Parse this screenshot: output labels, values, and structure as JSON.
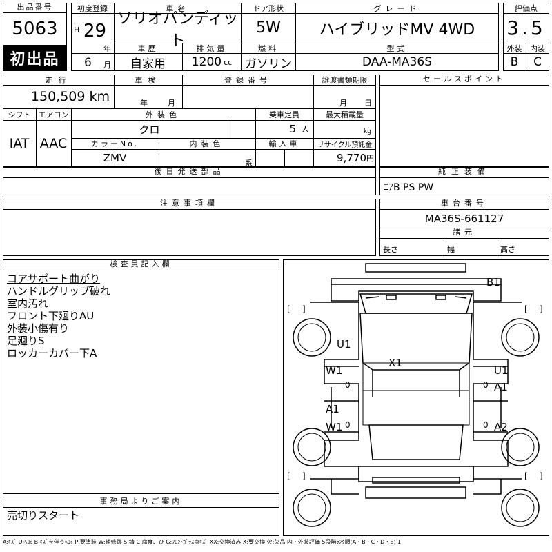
{
  "header": {
    "lot_label": "出品番号",
    "lot_no": "5063",
    "first_listing": "初出品",
    "reg_label": "初度登録",
    "era": "H",
    "reg_year": "29",
    "year_unit": "年",
    "reg_month": "6",
    "month_unit": "月",
    "car_name_label": "車名",
    "car_name": "ソリオバンディット",
    "door_label": "ドア形状",
    "door": "5W",
    "grade_label": "グレード",
    "grade": "ハイブリッドMV 4WD",
    "score_label": "評価点",
    "score": "3.5",
    "history_label": "車歴",
    "history": "自家用",
    "displacement_label": "排気量",
    "displacement": "1200",
    "displacement_unit": "cc",
    "fuel_label": "燃料",
    "fuel": "ガソリン",
    "model_label": "型式",
    "model": "DAA-MA36S",
    "exterior_grade_label": "外装",
    "exterior_grade": "B",
    "interior_grade_label": "内装",
    "interior_grade": "C"
  },
  "row2": {
    "mileage_label": "走行",
    "mileage": "150,509",
    "mileage_unit": "km",
    "inspection_label": "車検",
    "insp_year_unit": "年",
    "insp_month_unit": "月",
    "plate_label": "登録番号",
    "transfer_label": "譲渡書類期限",
    "transfer_month_unit": "月",
    "transfer_day_unit": "日",
    "shift_label": "シフト",
    "shift": "IAT",
    "ac_label": "エアコン",
    "ac": "AAC",
    "ext_color_label": "外装色",
    "ext_color": "クロ",
    "seats_label": "乗車定員",
    "seats": "5",
    "seats_unit": "人",
    "load_label": "最大積載量",
    "load_unit": "kg",
    "color_no_label": "カラーNo.",
    "color_no": "ZMV",
    "int_color_label": "内装色",
    "int_color_unit": "系",
    "import_label": "輸入車",
    "recycle_label": "リサイクル預託金",
    "recycle": "9,770",
    "recycle_unit": "円",
    "later_parts_label": "後日発送部品"
  },
  "sales_points": {
    "label": "セールスポイント"
  },
  "equipment": {
    "label": "純正装備",
    "value": "ｴｱB PS PW"
  },
  "notes": {
    "label": "注意事項欄"
  },
  "chassis": {
    "label": "車台番号",
    "value": "MA36S-661127"
  },
  "dimensions": {
    "label": "諸元",
    "length": "長さ",
    "width": "幅",
    "height": "高さ"
  },
  "inspector": {
    "label": "検査員記入欄",
    "lines": [
      "コアサポート曲がり",
      "ハンドルグリップ破れ",
      "室内汚れ",
      "フロント下廻りAU",
      "外装小傷有り",
      "足廻りS",
      "ロッカーカバー下A"
    ]
  },
  "office": {
    "label": "事務局よりご案内",
    "value": "売切りスタート"
  },
  "diagram_marks": {
    "b1": "B1",
    "u1_left": "U1",
    "x1": "X1",
    "u1_right": "U1",
    "w1_fl": "W1",
    "a1_fr": "A1",
    "a1_rl": "A1",
    "w1_rl": "W1",
    "a2_rr": "A2",
    "bracket_open": "[",
    "bracket_close": "]",
    "zero": "0"
  },
  "legend": "A:ｷｽﾞ U:ﾍｺﾐ B:ｷｽﾞを伴うﾍｺﾐ P:要塗装 W:補修跡 S:錆 C:腐食、ひ G:ﾌﾛﾝﾄｶﾞﾗｽ点ｷｽﾞ XX:交換済み X:要交換 欠:欠品 内・外装評価 5段階ﾗﾝｸ順(A・B・C・D・E) 1"
}
